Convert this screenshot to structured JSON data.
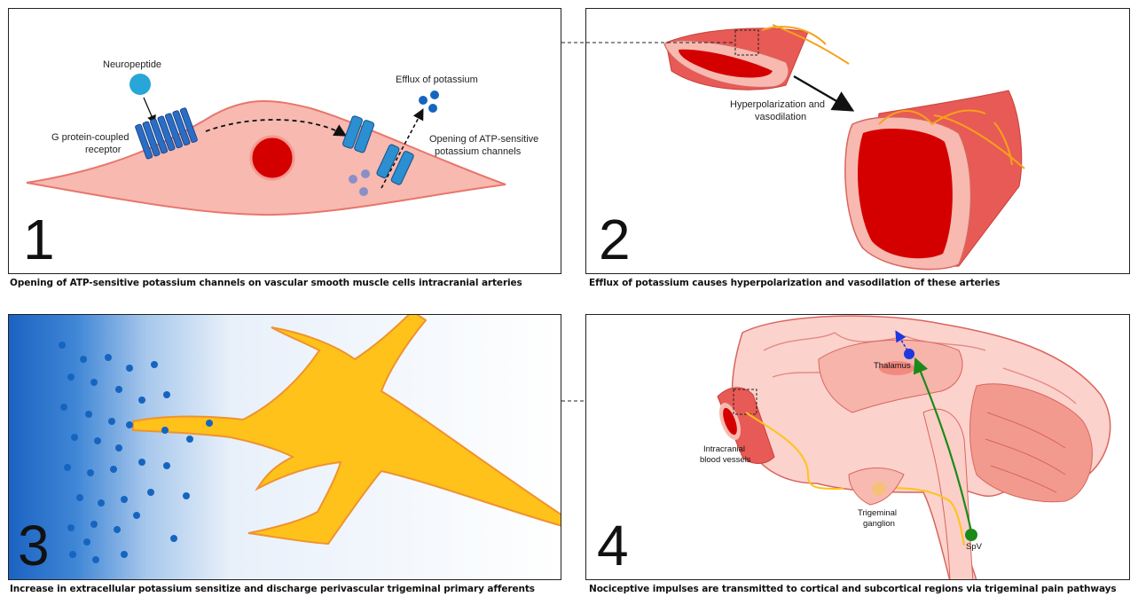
{
  "panel1": {
    "number": "1",
    "labels": {
      "neuropeptide": "Neuropeptide",
      "gpcr_line1": "G protein-coupled",
      "gpcr_line2": "receptor",
      "efflux": "Efflux of potassium",
      "katp_line1": "Opening of ATP-sensitive",
      "katp_line2": "potassium channels"
    },
    "caption": "Opening of ATP-sensitive potassium channels on vascular smooth muscle cells intracranial arteries"
  },
  "panel2": {
    "number": "2",
    "labels": {
      "hyper_line1": "Hyperpolarization and",
      "hyper_line2": "vasodilation"
    },
    "caption": "Efflux of potassium causes hyperpolarization and vasodilation of these arteries"
  },
  "panel3": {
    "number": "3",
    "caption": "Increase in extracellular potassium  sensitize and discharge perivascular trigeminal primary afferents"
  },
  "panel4": {
    "number": "4",
    "labels": {
      "thalamus": "Thalamus",
      "vessels_line1": "Intracranial",
      "vessels_line2": "blood vessels",
      "ganglion_line1": "Trigeminal",
      "ganglion_line2": "ganglion",
      "spv": "SpV"
    },
    "caption": "Nociceptive impulses are transmitted to cortical and subcortical regions via trigeminal pain pathways"
  },
  "colors": {
    "cell_fill": "#f7b9b0",
    "cell_stroke": "#e8766c",
    "nucleus": "#d40000",
    "receptor": "#2b6cc4",
    "potassium": "#1565c0",
    "nerve": "#ffc21a",
    "nerve_stroke": "#f0922e",
    "artery": "#e85a55",
    "brain": "#fcd2cc",
    "spinal_path": "#1a8a1a"
  },
  "icons": {
    "receptor": "gpcr-receptor-icon",
    "channel": "katp-channel-icon",
    "ion": "potassium-ion-icon"
  }
}
